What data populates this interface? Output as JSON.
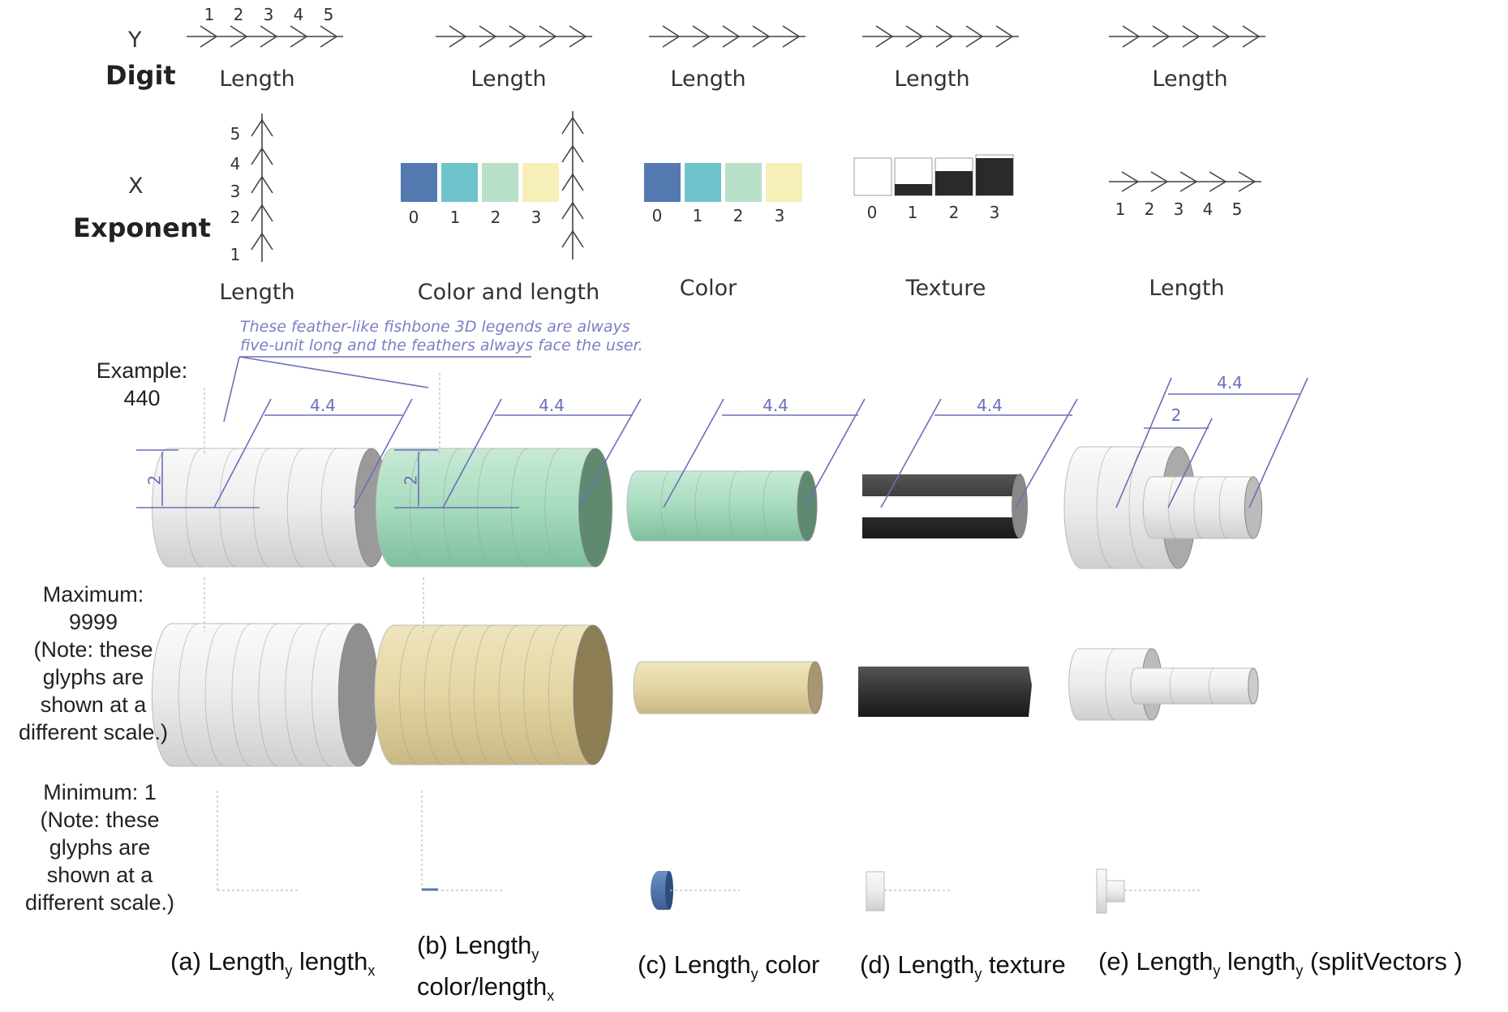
{
  "row_labels": {
    "y": "Y",
    "digit": "Digit",
    "x": "X",
    "exponent": "Exponent",
    "example": "Example:\n440",
    "maximum": "Maximum:\n9999\n(Note: these\nglyphs are\nshown at a\ndifferent scale.)",
    "minimum": "Minimum: 1\n(Note: these\nglyphs are\nshown at a\ndifferent scale.)"
  },
  "digit_ticks": [
    "1",
    "2",
    "3",
    "4",
    "5"
  ],
  "color_ticks": [
    "0",
    "1",
    "2",
    "3"
  ],
  "columns": [
    {
      "digit_label": "Length",
      "exponent_label": "Length",
      "caption_main": "(a) Length",
      "caption_sub": "y",
      "caption_rest": " length",
      "caption_sub2": "x"
    },
    {
      "digit_label": "Length",
      "exponent_label": "Color and length",
      "caption_main": "(b) Length",
      "caption_sub": "y",
      "caption_rest": "color/length",
      "caption_sub2": "x"
    },
    {
      "digit_label": "Length",
      "exponent_label": "Color",
      "caption_main": "(c) Length",
      "caption_sub": "y",
      "caption_rest": " color",
      "caption_sub2": ""
    },
    {
      "digit_label": "Length",
      "exponent_label": "Texture",
      "caption_main": "(d) Length",
      "caption_sub": "y",
      "caption_rest": " texture",
      "caption_sub2": ""
    },
    {
      "digit_label": "Length",
      "exponent_label": "Length",
      "caption_main": "(e) Length",
      "caption_sub": "y",
      "caption_rest": " length",
      "caption_sub2": "y",
      "caption_tail": " (splitVectors )"
    }
  ],
  "annotation": "These feather-like fishbone 3D legends are always five-unit long and the feathers always face the user.",
  "dimensions": {
    "length": "4.4",
    "height": "2",
    "split": "2"
  },
  "colors": {
    "c0": "#5479b0",
    "c1": "#6fc4cc",
    "c2": "#b8e0c8",
    "c3": "#f6efb8",
    "accent": "#6a6fb8",
    "green": "#a8dcc0",
    "tan": "#e3d7a6",
    "dark": "#2a2a2a"
  }
}
